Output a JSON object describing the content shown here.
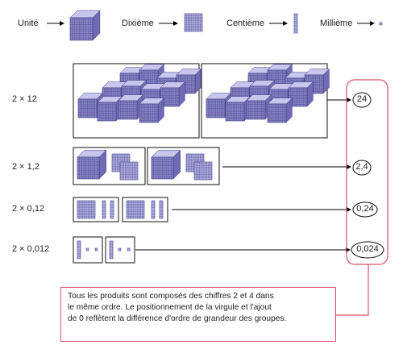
{
  "legend": {
    "items": [
      {
        "label": "Unité",
        "icon": "unit-cube-icon"
      },
      {
        "label": "Dixième",
        "icon": "tenth-flat-icon"
      },
      {
        "label": "Centième",
        "icon": "hundredth-rod-icon"
      },
      {
        "label": "Millième",
        "icon": "thousandth-small-cube-icon"
      }
    ]
  },
  "rows": [
    {
      "expression": "2 × 12",
      "product": "24"
    },
    {
      "expression": "2 × 1,2",
      "product": "2,4"
    },
    {
      "expression": "2 × 0,12",
      "product": "0,24"
    },
    {
      "expression": "2 × 0,012",
      "product": "0,024"
    }
  ],
  "note": {
    "lines": [
      "Tous les produits sont composés des chiffres 2 et 4 dans",
      "le même ordre. Le positionnement de la virgule et l'ajout",
      "de 0 reflètent la différence d'ordre de grandeur des groupes."
    ]
  },
  "colors": {
    "block_fill": "#8a86c8",
    "block_top": "#c9c6ee",
    "block_grid": "#3b3780",
    "highlight": "#d6516c",
    "ink": "#222222"
  }
}
